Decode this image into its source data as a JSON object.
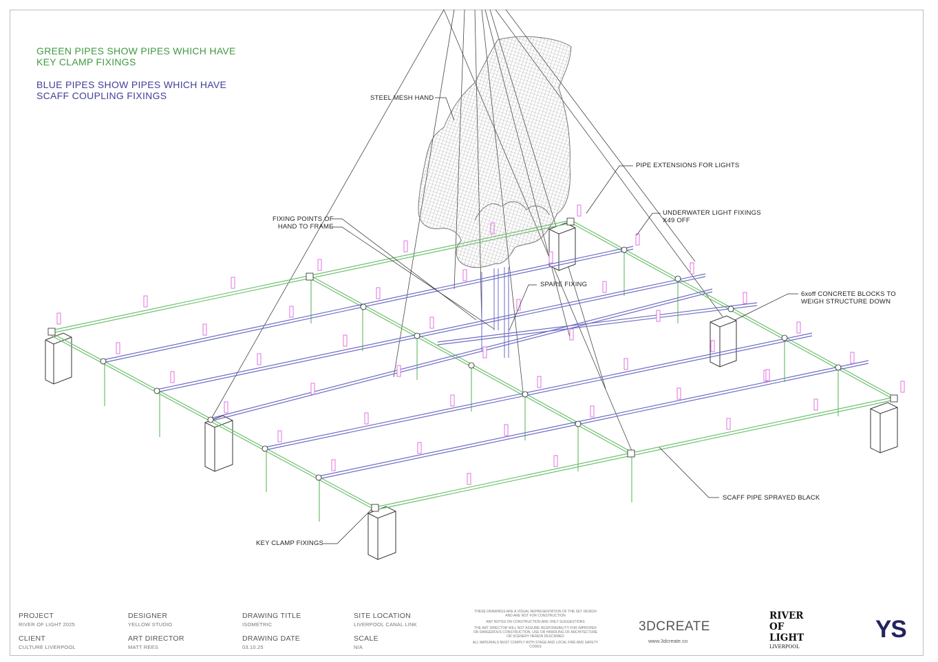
{
  "notes": {
    "green": [
      "GREEN PIPES SHOW PIPES WHICH HAVE",
      "KEY CLAMP FIXINGS"
    ],
    "blue": [
      "BLUE PIPES SHOW PIPES WHICH HAVE",
      "SCAFF COUPLING FIXINGS"
    ]
  },
  "callouts": {
    "steel_mesh_hand": "STEEL MESH HAND",
    "pipe_extensions": "PIPE EXTENSIONS FOR LIGHTS",
    "underwater_lights": [
      "UNDERWATER LIGHT FIXINGS",
      "X49 OFF"
    ],
    "fixing_points": [
      "FIXING POINTS OF",
      "HAND TO FRAME"
    ],
    "spare_fixing": "SPARE FIXING",
    "concrete_blocks": [
      "6xoff CONCRETE BLOCKS TO",
      "WEIGH STRUCTURE DOWN"
    ],
    "scaff_pipe": "SCAFF PIPE SPRAYED BLACK",
    "key_clamp": "KEY CLAMP FIXINGS"
  },
  "title_block": {
    "project": {
      "label": "PROJECT",
      "value": "RIVER OF LIGHT 2025"
    },
    "client": {
      "label": "CLIENT",
      "value": "CULTURE LIVERPOOL"
    },
    "designer": {
      "label": "DESIGNER",
      "value": "YELLOW STUDIO"
    },
    "art_director": {
      "label": "ART DIRECTOR",
      "value": "MATT REES"
    },
    "drawing_title": {
      "label": "DRAWING TITLE",
      "value": "ISOMETRIC"
    },
    "drawing_date": {
      "label": "DRAWING DATE",
      "value": "03.10.25"
    },
    "site_location": {
      "label": "SITE LOCATION",
      "value": "LIVERPOOL CANAL LINK"
    },
    "scale": {
      "label": "SCALE",
      "value": "N/A"
    },
    "disclaimer": [
      "THESE DRAWINGS ARE A VISUAL REPRESENTATION OF THE SET DESIGN AND ARE NOT FOR CONSTRUCTION",
      "ANY NOTES ON CONSTRUCTION ARE ONLY SUGGESTIONS",
      "THE ART DIRECTOR WILL NOT ASSUME RESPONSIBILITY FOR IMPROPER OR DANGEROUS CONSTRUCTION, USE OR HANDLING OF ARCHITECTURE OR SCENERY HEREIN DESCRIBED",
      "ALL MATERIALS MUST COMPLY WITH STAGE AND LOCAL FIRE AND SAFETY CODES"
    ],
    "logo_3dcreate": "3DCREATE",
    "url": "www.3dcreate.co",
    "rol_logo": [
      "RIVER",
      "OF",
      "LIGHT",
      "LIVERPOOL"
    ],
    "ys_logo": "YS"
  },
  "colors": {
    "key_clamp_pipe": "#6cbf6c",
    "coupling_pipe": "#6b6bc4",
    "light_fixing": "#e070e0",
    "line": "#333333",
    "mesh": "#8a8a8a",
    "ys_logo": "#23235e"
  }
}
